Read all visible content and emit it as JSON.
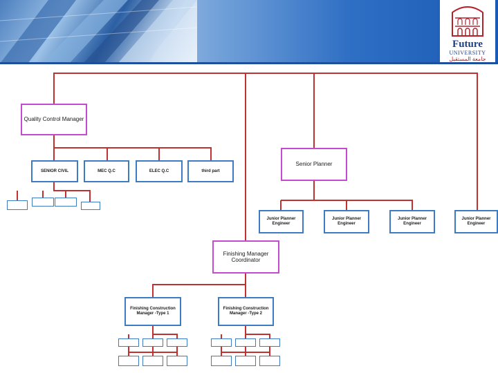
{
  "header": {
    "logo": {
      "line1": "Future",
      "line2": "UNIVERSITY",
      "arabic": "جامعة المستقبل"
    }
  },
  "colors": {
    "connector": "#c0302f",
    "manager_border": "#c44bd0",
    "staff_border": "#3c7bc2",
    "header_rule": "#1c4f9c"
  },
  "chart": {
    "qc_manager": "Quality Control Manager",
    "senior_civil": "SENIOR CIVIL",
    "mec_qc": "MEC Q.C",
    "elec_qc": "ELEC Q.C",
    "third_part": "third part",
    "qc_sub": [
      "",
      "",
      "",
      ""
    ],
    "senior_planner": "Senior Planner",
    "junior_planners": [
      "Junior Planner Engineer",
      "Junior Planner Engineer",
      "Junior Planner Engineer",
      "Junior Planner Engineer"
    ],
    "finishing_coordinator": "Finishing Manager Coordinator",
    "fcm_type1": "Finishing Construction Manager -Type 1",
    "fcm_type2": "Finishing Construction Manager -Type 2",
    "type1_engineers": [
      "",
      "",
      ""
    ],
    "type1_supervisors": [
      "",
      "",
      ""
    ],
    "type2_engineers": [
      "",
      "",
      ""
    ],
    "type2_supervisors": [
      "",
      "",
      ""
    ]
  }
}
